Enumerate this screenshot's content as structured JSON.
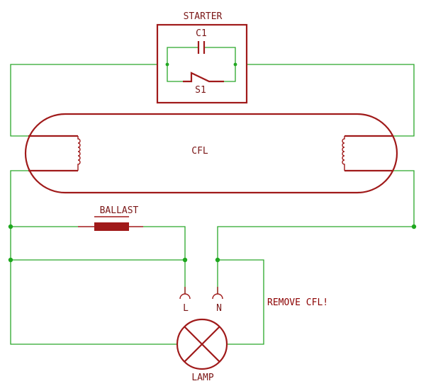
{
  "labels": {
    "starter": "STARTER",
    "c1": "C1",
    "s1": "S1",
    "cfl": "CFL",
    "ballast": "BALLAST",
    "l": "L",
    "n": "N",
    "remove_cfl": "REMOVE CFL!",
    "lamp": "LAMP"
  },
  "colors": {
    "wire": "#2aa82a",
    "component": "#a01a1a",
    "label": "#7a1616",
    "warning": "#8b0000"
  }
}
